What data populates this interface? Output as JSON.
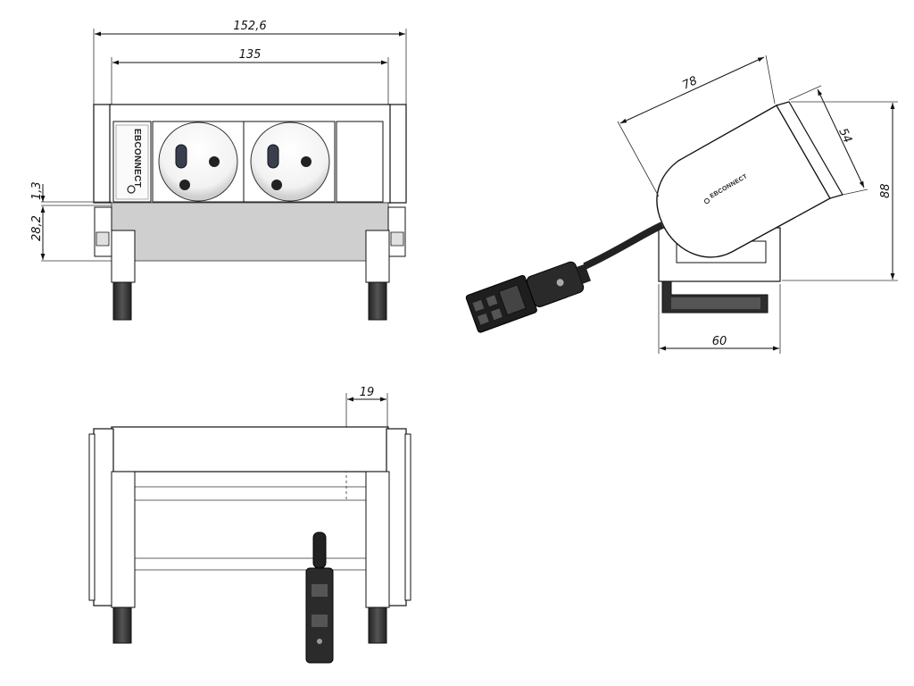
{
  "brand": "EBCONNECT",
  "front_view": {
    "overall_width": "152,6",
    "inner_width": "135",
    "lip_thickness": "1,3",
    "clamp_depth": "28,2"
  },
  "side_view": {
    "body_length": "78",
    "cap_width": "54",
    "overall_height": "88",
    "base_depth": "60"
  },
  "bottom_view": {
    "offset": "19"
  }
}
